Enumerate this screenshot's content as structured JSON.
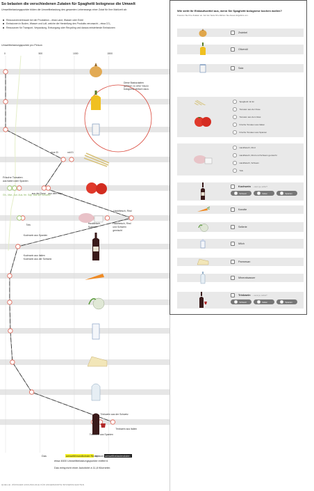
{
  "left": {
    "title": "So belasten die verschiedenen Zutaten für Spaghetti bolognese die Umwelt",
    "intro": "Umweltbelastungspunkte bilden die Umweltbelastung des gesamten Lebenswegs einer Zutat für Ihre Mahlzeit ab:",
    "bullets": [
      "Ressourcenverbrauch bei der Produktion – etwa Land, Wasser oder Erdöl",
      "Emissionen in Boden, Wasser und Luft, welche die Herstellung des Produkts verursacht – etwa CO₂",
      "Ressourcen für Transport, Verpackung, Entsorgung oder Recycling und daraus entstehende Emissionen"
    ],
    "axis_label": "Umweltbelastungspunkte pro Person",
    "annotation_base": "Diese Basiszutaten gehören zu einer Sauce bolognese einfach dazu.",
    "bottom_line1_a": "Das",
    "bottom_line1_b": "umweltfreundlichste Rezept",
    "bottom_line1_c": "ist vom",
    "bottom_line1_d": "umweltbelastendsten",
    "bottom_line2": "etwa 4600 Umweltbelastungspunkte entfernt.",
    "bottom_line3": "Das entspricht einer Autofahrt à 11,8 Kilometer.",
    "source": "QUELLE: ZÜRCHER HOCHSCHULE FÜR ANGEWANDTE WISSENSCHAFTEN",
    "colors": {
      "band": "#e6e6e6",
      "node": "#e05b4a",
      "alt_node": "#8fc05a",
      "path": "#2b2b2b",
      "base_circle": "#d9473a"
    }
  },
  "chart_data": {
    "type": "line",
    "title": "So belasten die verschiedenen Zutaten für Spaghetti bolognese die Umwelt",
    "xlabel": "Umweltbelastungspunkte pro Person",
    "ylabel": "",
    "xlim": [
      0,
      1900
    ],
    "x_ticks": [
      0,
      500,
      1000,
      1500
    ],
    "grid": true,
    "categories": [
      "Zwiebel",
      "Olivenöl",
      "Salz",
      "Spaghetti",
      "Tomaten",
      "Fleisch",
      "Kochwein",
      "Karotte",
      "Sellerie",
      "Milch",
      "Parmesan",
      "Mineralwasser",
      "Trinkwein"
    ],
    "series": [
      {
        "name": "",
        "points": [
          {
            "x": 0,
            "y": "Zwiebel"
          },
          {
            "x": 0,
            "y": "Olivenöl"
          },
          {
            "x": 0,
            "y": "Salz"
          },
          {
            "x": 840,
            "y": "Spaghetti",
            "label": "ohne Ei"
          },
          {
            "x": 560,
            "y": "Tomaten",
            "label": "aus der Dose"
          },
          {
            "x": 1830,
            "y": "Fleisch",
            "label": "Hackfleisch, Rind"
          },
          {
            "x": 180,
            "y": "Kochwein",
            "label": "Kochwein aus Spanien"
          },
          {
            "x": 60,
            "y": "Karotte"
          },
          {
            "x": 60,
            "y": "Sellerie"
          },
          {
            "x": 70,
            "y": "Milch"
          },
          {
            "x": 100,
            "y": "Parmesan"
          },
          {
            "x": 380,
            "y": "Mineralwasser"
          },
          {
            "x": 1560,
            "y": "Trinkwein",
            "label": "Trinkwein aus Italien"
          }
        ]
      }
    ],
    "labels": {
      "spaghetti_ohne_ei": "ohne Ei",
      "spaghetti_mit_ei": "mit Ei",
      "tomaten_frisch": "Frische Tomaten aus Italien oder Spanien",
      "tomaten_alt": "Gh., Mar., Aur. Aus. fre. Sap. aus der Schweiz",
      "tomaten_dose": "aus der Dose",
      "tomaten_glas": "aus dem Glas",
      "fleisch_rind": "Hackfleisch, Rind",
      "fleisch_schwein": "Hackfleisch, Schwein",
      "fleisch_gemischt": "Hackfleisch, Rind und Schwein gemischt",
      "fleisch_tofu": "Tofu",
      "kochwein_spanien": "Kochwein aus Spanien",
      "kochwein_italien": "Kochwein aus Italien",
      "kochwein_schweiz": "Kochwein aus der Schweiz",
      "trinkwein_schweiz": "Trinkwein aus der Schweiz",
      "trinkwein_spanien": "Trinkwein aus Spanien",
      "trinkwein_italien": "Trinkwein aus Italien"
    }
  },
  "right": {
    "title": "Wie sieht Ihr Einkaufszettel aus, wenn Sie Spaghetti bolognese kochen wollen?",
    "subtitle": "Kreuzen Sie Ihre Zutaten an. Auf der Seite 63 erfahren Sie dieses Ergebnis von.",
    "zwiebel": "Zwiebel",
    "olivenoel": "Olivenöl",
    "salz": "Salz",
    "spaghetti_options": [
      "Spaghetti mit Ei",
      "Spaghetti ohne Ei"
    ],
    "tomaten_options": [
      "Tomaten aus der Dose",
      "Tomaten aus dem Glas",
      "Frische Tomaten aus Italien",
      "Frische Tomaten aus Spanien"
    ],
    "fleisch_options": [
      "Hackfleisch, Rind",
      "Hackfleisch, Rind und Schwein gemischt",
      "Hackfleisch, Schwein",
      "Tofu"
    ],
    "kochwein": "Kochwein",
    "kochwein_hint": "– wenn ja, woher?",
    "kochwein_origins": [
      "Schweiz",
      "Italien",
      "Spanien"
    ],
    "karotte": "Karotte",
    "sellerie": "Sellerie",
    "milch": "Milch",
    "parmesan": "Parmesan",
    "mineralwasser": "Mineralwasser",
    "trinkwein": "Trinkwein",
    "trinkwein_hint": "– wenn ja, woher?",
    "trinkwein_origins": [
      "Schweiz",
      "Italien",
      "Spanien"
    ]
  }
}
